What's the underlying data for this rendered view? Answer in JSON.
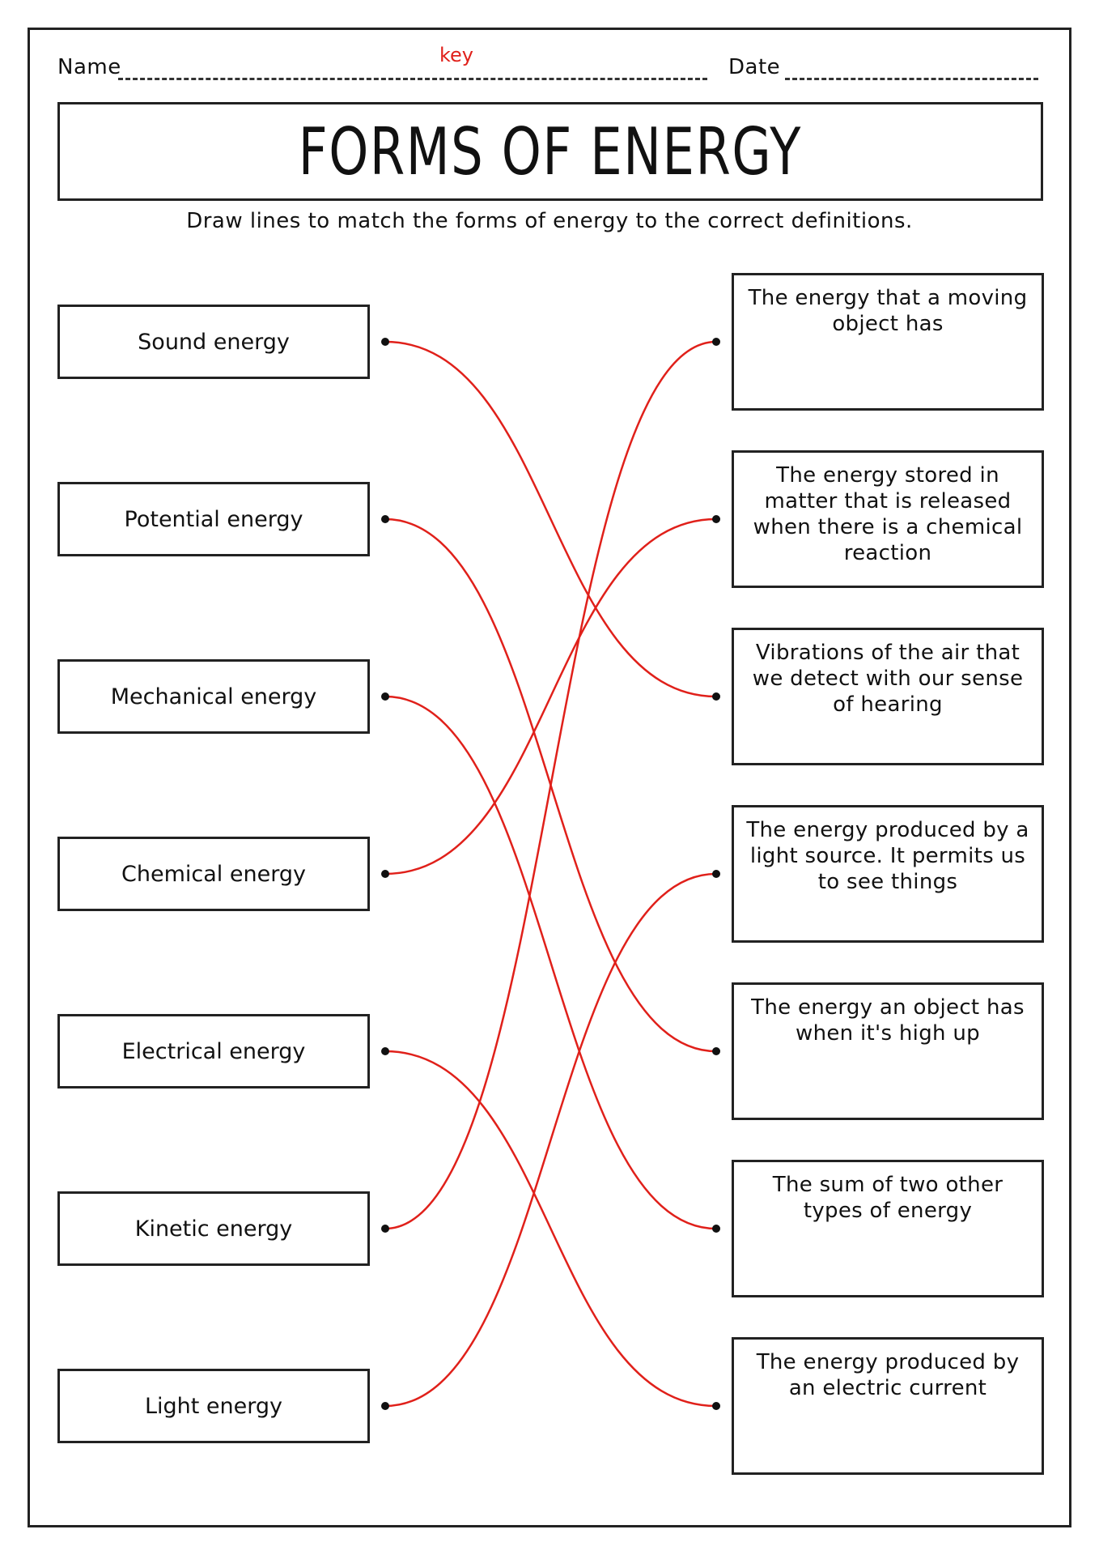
{
  "header": {
    "name_label": "Name",
    "date_label": "Date",
    "answer_note": "key"
  },
  "title": "FORMS OF ENERGY",
  "instructions": "Draw lines to match the forms of energy to the correct definitions.",
  "terms": [
    "Sound energy",
    "Potential energy",
    "Mechanical energy",
    "Chemical energy",
    "Electrical energy",
    "Kinetic energy",
    "Light energy"
  ],
  "definitions": [
    "The energy that a moving object has",
    "The energy stored in matter that is released when there is a chemical reaction",
    "Vibrations of the air that we detect with our sense of hearing",
    "The energy produced by a light source. It permits us to see things",
    "The energy an object has when it's high up",
    "The sum of two other types of energy",
    "The energy produced by an electric current"
  ],
  "answer_key": [
    {
      "term": 0,
      "definition": 2
    },
    {
      "term": 1,
      "definition": 4
    },
    {
      "term": 2,
      "definition": 5
    },
    {
      "term": 3,
      "definition": 1
    },
    {
      "term": 4,
      "definition": 6
    },
    {
      "term": 5,
      "definition": 0
    },
    {
      "term": 6,
      "definition": 3
    }
  ],
  "colors": {
    "answer_line": "#e0201a",
    "dot": "#111111",
    "border": "#222222"
  }
}
